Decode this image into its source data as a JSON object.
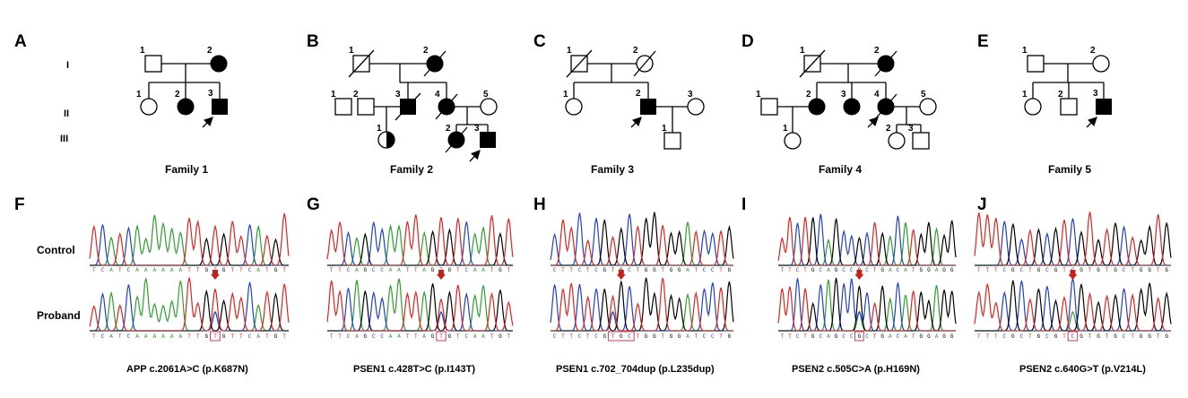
{
  "pedigree_panels": [
    {
      "letter": "A",
      "family": "Family 1"
    },
    {
      "letter": "B",
      "family": "Family 2"
    },
    {
      "letter": "C",
      "family": "Family 3"
    },
    {
      "letter": "D",
      "family": "Family 4"
    },
    {
      "letter": "E",
      "family": "Family 5"
    }
  ],
  "generations": [
    "I",
    "II",
    "III"
  ],
  "chromatogram_panels": [
    {
      "letter": "F",
      "mutation": "APP c.2061A>C (p.K687N)",
      "control_bases": "TCATCAAAAAATTGTGTTCATGT",
      "proband_bases": "TCATCAAAAAATTGTGTTCATGT"
    },
    {
      "letter": "G",
      "mutation": "PSEN1 c.428T>C (p.I143T)",
      "control_bases": "TTCAGCCAATTAGTGTCAATGT",
      "proband_bases": "TTCAGCCAATTAGTGTCAATGT"
    },
    {
      "letter": "H",
      "mutation": "PSEN1 c.702_704dup (p.L235dup)",
      "control_bases": "CTTCTCGTGCTGGTGGATCCTG",
      "proband_bases": "CTTCTCGTGCTGGTGGATCCTG"
    },
    {
      "letter": "I",
      "mutation": "PSEN2 c.505C>A (p.H169N)",
      "control_bases": "TTCTGCAGCCGCTGACATGGAGG",
      "proband_bases": "TTCTGCAGCCGCTGACATGGAGG"
    },
    {
      "letter": "J",
      "mutation": "PSEN2 c.640G>T (p.V214L)",
      "control_bases": "TTTCGCTGCGTCGTGTGCTGGTG",
      "proband_bases": "TTTCGCTGCGTCGTGTGCTGGTG"
    }
  ],
  "row_labels": {
    "control": "Control",
    "proband": "Proband"
  },
  "colors": {
    "A": "#2ca02c",
    "C": "#1f3fd0",
    "G": "#000000",
    "T": "#e0231e",
    "arrow": "#c8201a",
    "highlight": "#d8375a"
  }
}
